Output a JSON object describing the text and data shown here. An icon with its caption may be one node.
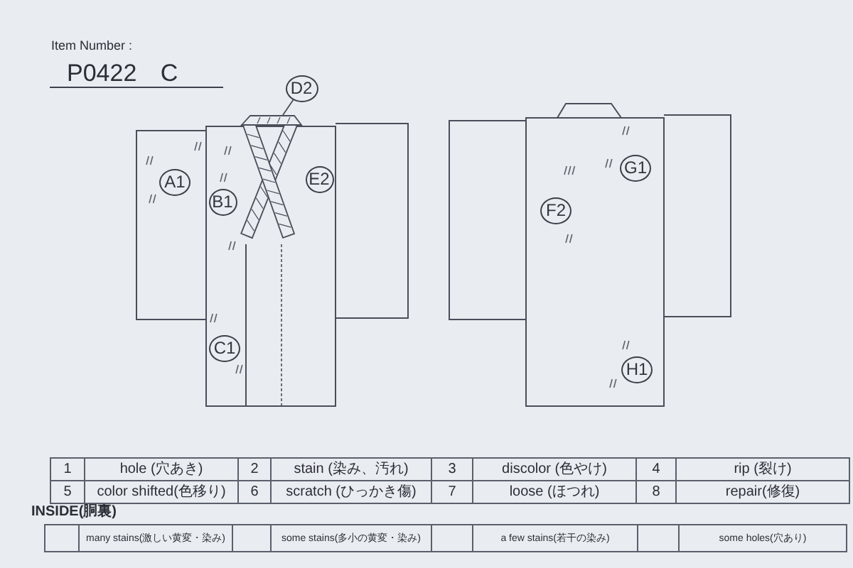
{
  "diagram": {
    "nodes": [
      {
        "text": [
          "D2"
        ]
      },
      {
        "text": [],
        "shape": "picture"
      },
      {
        "text": [
          "A1"
        ]
      },
      {
        "text": [
          "E2"
        ]
      },
      {
        "text": [
          "B1"
        ]
      },
      {
        "text": [
          "C1"
        ]
      },
      {
        "text": [
          "G1"
        ]
      },
      {
        "text": [
          "F2"
        ]
      },
      {
        "text": [
          "H1"
        ]
      }
    ],
    "edges": [
      {
        "from": 0,
        "to": 1,
        "arrow": "none"
      }
    ],
    "labels": [
      "Item Number :",
      "P0422 C",
      "1",
      "hole (穴あき)",
      "2",
      "stain (染み、汚れ)",
      "3",
      "discolor (色やけ)",
      "4",
      "rip (裂け)",
      "5",
      "color shifted(色移り)",
      "6",
      "scratch (ひっかき傷)",
      "7",
      "loose (ほつれ)",
      "8",
      "repair(修復)",
      "INSIDE(胴裏)",
      "many stains(激しい黄変・染み)",
      "some stains(多小の黄変・染み)",
      "a few stains(若干の染み)",
      "some holes(穴あり)"
    ]
  }
}
